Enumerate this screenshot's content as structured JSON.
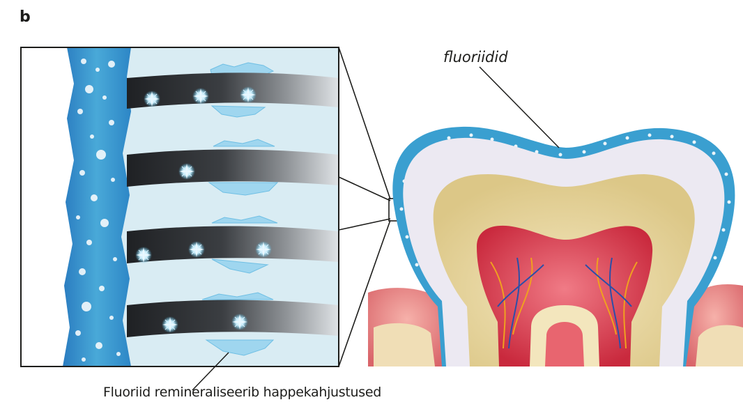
{
  "panel": {
    "letter": "b"
  },
  "labels": {
    "fluorides": "fluoriidid",
    "remineralization": "Fluoriid remineraliseerib happekahjustused"
  },
  "colors": {
    "fluoride_layer": "#3a9fd0",
    "enamel": "#ece9f2",
    "dentin": "#e9d9a6",
    "pulp": "#d8404f",
    "gum": "#e58a86",
    "enamel_rod": "#2e3033",
    "damage": "#9fd6ef",
    "background_zoom": "#d9ecf3"
  },
  "icons": [
    "tooth-illustration",
    "enamel-zoom-inset",
    "fluoride-sparkle"
  ]
}
